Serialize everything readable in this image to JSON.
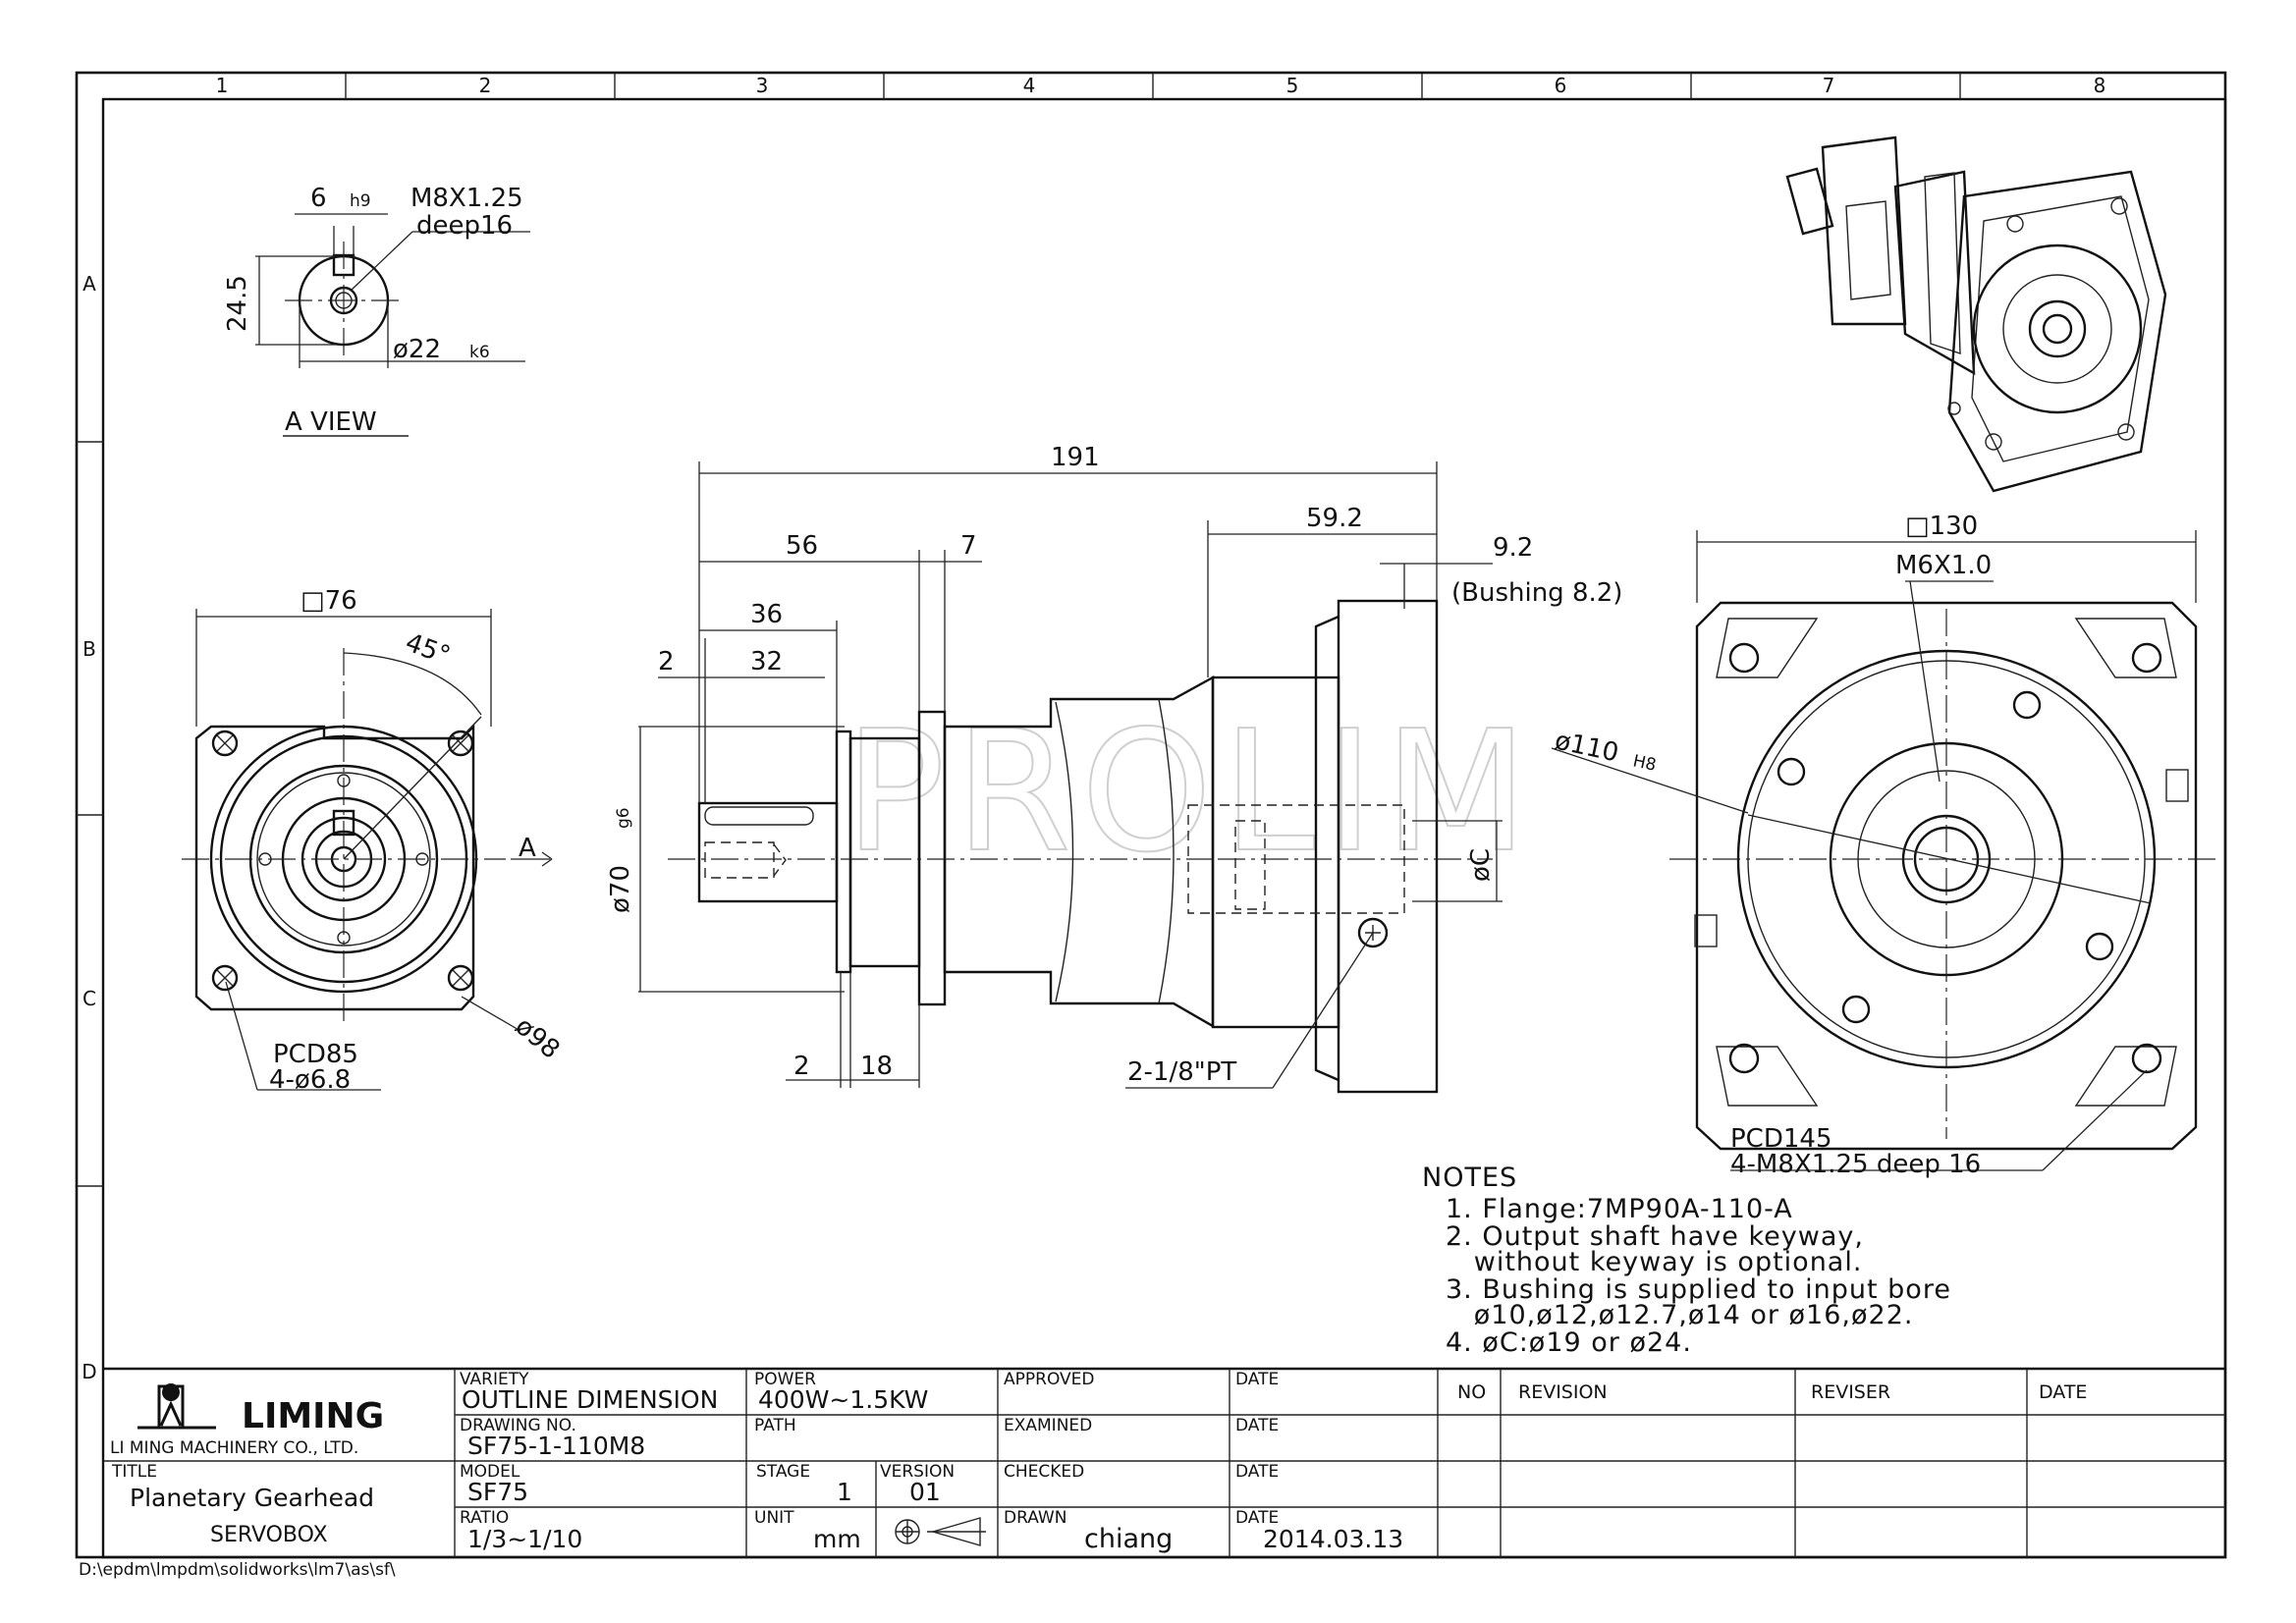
{
  "zones": {
    "columns": [
      "1",
      "2",
      "3",
      "4",
      "5",
      "6",
      "7",
      "8"
    ],
    "rows": [
      "A",
      "B",
      "C",
      "D"
    ]
  },
  "watermark": "PROLIM",
  "a_view": {
    "key_width": "6",
    "key_tol": "h9",
    "thread": "M8X1.25",
    "thread_depth": "deep16",
    "height": "24.5",
    "shaft_dia": "ø22",
    "shaft_tol": "k6",
    "label": "A VIEW"
  },
  "left_view": {
    "square": "□76",
    "angle": "45°",
    "arrow_label": "A",
    "outer_dia": "ø98",
    "pcd": "PCD85",
    "holes": "4-ø6.8"
  },
  "side_view": {
    "overall": "191",
    "d56": "56",
    "d7": "7",
    "d36": "36",
    "d2_top": "2",
    "d32": "32",
    "d59_2": "59.2",
    "d9_2": "9.2",
    "bushing": "(Bushing 8.2)",
    "pilot_dia": "ø70",
    "pilot_tol": "g6",
    "input_bore": "øC",
    "d2_bottom": "2",
    "d18": "18",
    "port": "2-1/8\"PT"
  },
  "right_view": {
    "square": "□130",
    "thread": "M6X1.0",
    "bore_dia": "ø110",
    "bore_tol": "H8",
    "pcd": "PCD145",
    "holes": "4-M8X1.25 deep 16"
  },
  "notes": {
    "heading": "NOTES",
    "lines": [
      "1. Flange:7MP90A-110-A",
      "2. Output shaft have keyway,",
      "   without keyway is optional.",
      "3. Bushing is supplied to input bore",
      "   ø10,ø12,ø12.7,ø14 or ø16,ø22.",
      "4. øC:ø19 or ø24."
    ]
  },
  "title_block": {
    "company_brand": "LIMING",
    "company_name": "LI MING MACHINERY CO., LTD.",
    "title_label": "TITLE",
    "title_line1": "Planetary Gearhead",
    "title_line2": "SERVOBOX",
    "variety_label": "VARIETY",
    "variety_value": "OUTLINE DIMENSION",
    "drawing_no_label": "DRAWING NO.",
    "drawing_no_value": "SF75-1-110M8",
    "model_label": "MODEL",
    "model_value": "SF75",
    "ratio_label": "RATIO",
    "ratio_value": "1/3~1/10",
    "power_label": "POWER",
    "power_value": "400W~1.5KW",
    "path_label": "PATH",
    "path_value": "",
    "stage_label": "STAGE",
    "stage_value": "1",
    "version_label": "VERSION",
    "version_value": "01",
    "unit_label": "UNIT",
    "unit_value": "mm",
    "approved_label": "APPROVED",
    "examined_label": "EXAMINED",
    "checked_label": "CHECKED",
    "drawn_label": "DRAWN",
    "drawn_value": "chiang",
    "date_label": "DATE",
    "drawn_date": "2014.03.13",
    "rev_headers": [
      "NO",
      "REVISION",
      "REVISER",
      "DATE"
    ]
  },
  "file_path": "D:\\epdm\\lmpdm\\solidworks\\lm7\\as\\sf\\"
}
